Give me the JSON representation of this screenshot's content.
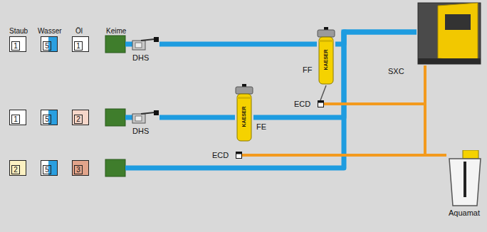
{
  "diagram": {
    "nodes": [
      {
        "text": [
          "1"
        ]
      },
      {
        "text": [
          "5"
        ]
      },
      {
        "text": [
          "1"
        ]
      },
      {
        "text": [
          "DHS"
        ]
      },
      {
        "text": [
          "FF"
        ]
      },
      {
        "text": [
          "SXC"
        ]
      },
      {
        "text": [
          "1"
        ]
      },
      {
        "text": [
          "5"
        ]
      },
      {
        "text": [
          "2"
        ]
      },
      {
        "text": [
          "DHS"
        ]
      },
      {
        "text": [
          "ECD"
        ]
      },
      {
        "text": [
          "FE"
        ]
      },
      {
        "text": [
          "2"
        ]
      },
      {
        "text": [
          "5"
        ]
      },
      {
        "text": [
          "3"
        ]
      },
      {
        "text": [
          "ECD"
        ]
      },
      {
        "text": [
          "Aquamat"
        ]
      }
    ],
    "edges": [
      {
        "from": 5,
        "to": 4,
        "arrow": "none"
      },
      {
        "from": 4,
        "to": 3,
        "arrow": "none"
      },
      {
        "from": 5,
        "to": 11,
        "arrow": "none"
      },
      {
        "from": 11,
        "to": 9,
        "arrow": "none"
      },
      {
        "from": 10,
        "to": 16,
        "arrow": "none"
      },
      {
        "from": 15,
        "to": 16,
        "arrow": "none"
      },
      {
        "from": 5,
        "to": 16,
        "arrow": "none"
      }
    ],
    "labels": [
      "Staub",
      "Wasser",
      "Öl",
      "Keime",
      "KAESER",
      "KAESER"
    ]
  }
}
